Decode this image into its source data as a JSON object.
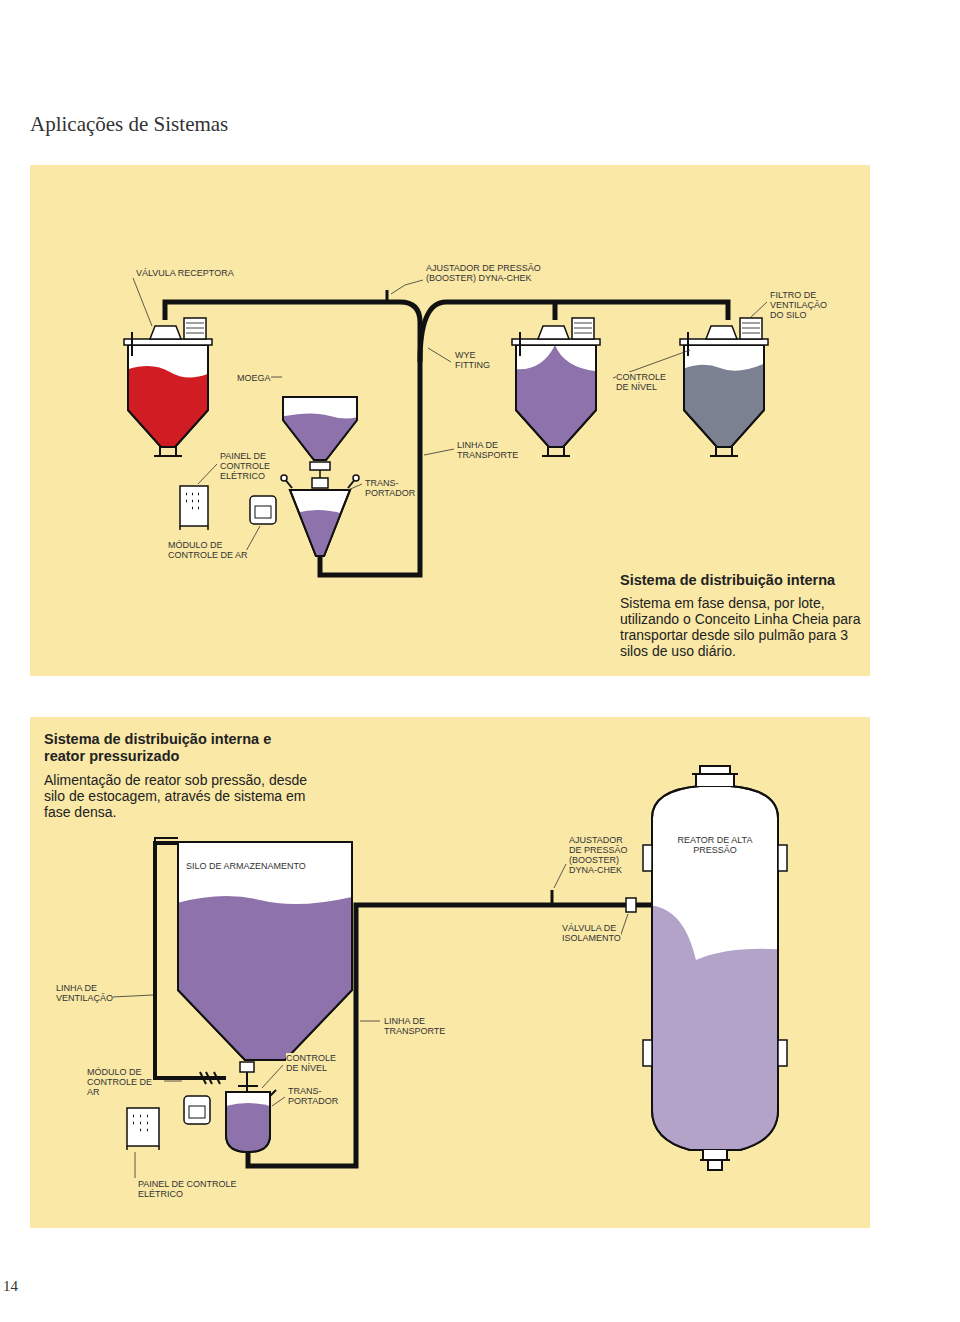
{
  "diagram": {
    "title": "Aplicações de Sistemas",
    "nodes": [
      {
        "text": [
          "Sistema de distribuição interna",
          "Sistema em fase densa, por lote, utilizando o Conceito Linha Cheia para transportar desde silo pulmão para 3 silos de uso diário."
        ]
      },
      {
        "text": [
          "Sistema de distribuição interna e reator pressurizado",
          "Alimentação de reator sob pressão, desde silo de estocagem, através de sistema em fase densa."
        ]
      },
      {
        "text": [
          "SILO DE ARMAZENAMENTO"
        ],
        "in": 1
      },
      {
        "text": [
          "REATOR DE ALTA PRESSÃO"
        ],
        "in": 1
      }
    ],
    "labels": [
      "VÁLVULA RECEPTORA",
      "AJUSTADOR DE PRESSÃO (BOOSTER) DYNA-CHEK",
      "FILTRO DE VENTILAÇÃO DO SILO",
      "MOEGA",
      "WYE FITTING",
      "CONTROLE DE NÍVEL",
      "PAINEL DE CONTROLE ELÉTRICO",
      "LINHA DE TRANSPORTE",
      "TRANS- PORTADOR",
      "MÓDULO DE CONTROLE DE AR",
      "AJUSTADOR DE PRESSÃO (BOOSTER) DYNA-CHEK",
      "VÁLVULA DE ISOLAMENTO",
      "LINHA DE VENTILAÇÃO",
      "LINHA DE TRANSPORTE",
      "CONTROLE DE NÍVEL",
      "MÓDULO DE CONTROLE DE AR",
      "TRANS- PORTADOR",
      "PAINEL DE CONTROLE ELÉTRICO",
      "14"
    ]
  }
}
